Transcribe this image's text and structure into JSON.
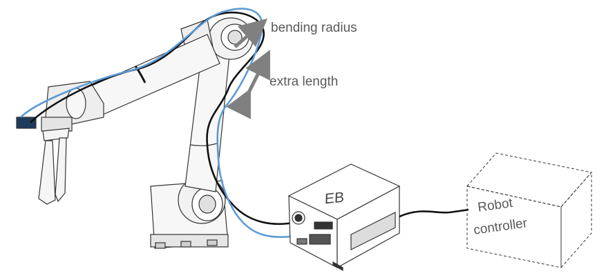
{
  "labels": {
    "bending_radius": "bending radius",
    "extra_length": "extra length",
    "eb": "EB",
    "robot_controller_line1": "Robot",
    "robot_controller_line2": "controller"
  },
  "colors": {
    "blue_cable": "#5b9bd5",
    "black_cable": "#111111",
    "arrow_gray": "#808080",
    "outline": "#333333",
    "robot_fill": "#f7f7f7",
    "shadow": "#cfcfcf"
  }
}
